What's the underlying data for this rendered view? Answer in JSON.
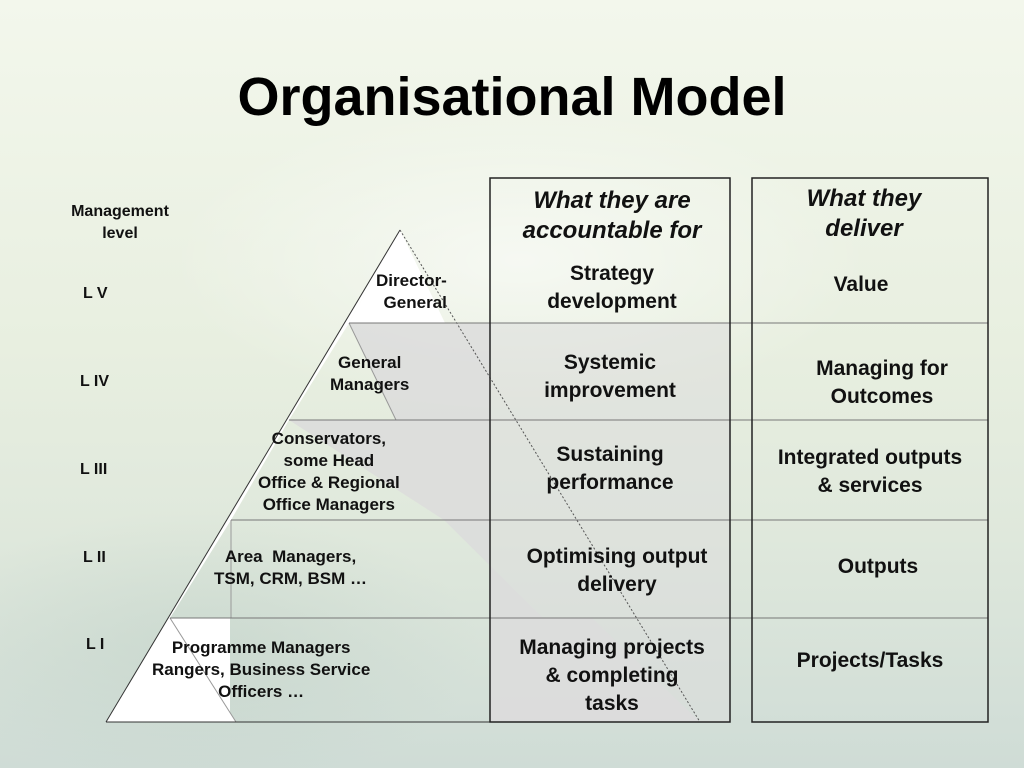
{
  "title": "Organisational Model",
  "management_level_label": "Management\nlevel",
  "levels": [
    "L V",
    "L IV",
    "L III",
    "L II",
    "L I"
  ],
  "pyramid_labels": [
    "Director-\nGeneral",
    "General\nManagers",
    "Conservators,\nsome Head\nOffice & Regional\nOffice Managers",
    "Area  Managers,\nTSM, CRM, BSM …",
    "Programme Managers\nRangers, Business Service\nOfficers …"
  ],
  "accountable_header": "What they are\naccountable for",
  "accountable": [
    "Strategy\ndevelopment",
    "Systemic\nimprovement",
    "Sustaining\nperformance",
    "Optimising output\ndelivery",
    "Managing projects\n& completing\ntasks"
  ],
  "deliver_header": "What they\ndeliver",
  "deliver": [
    "Value",
    "Managing for\nOutcomes",
    "Integrated outputs\n& services",
    "Outputs",
    "Projects/Tasks"
  ],
  "colors": {
    "band_fill": "#dcdcdc",
    "triangle_fill": "#ffffff",
    "border": "#333333"
  }
}
